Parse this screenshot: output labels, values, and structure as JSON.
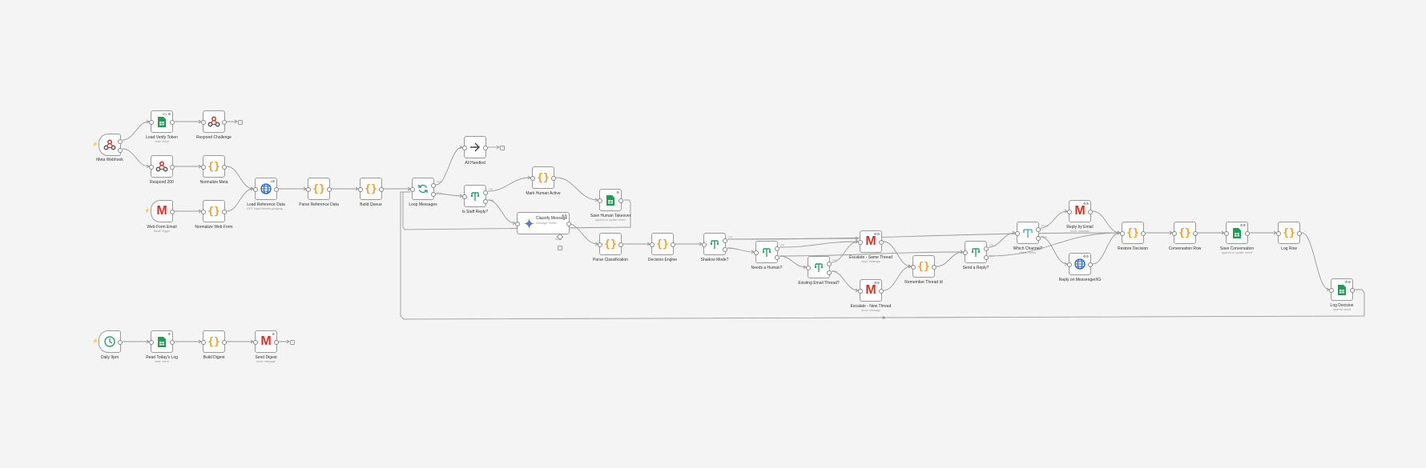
{
  "nodes": {
    "meta_webhook": {
      "label": "Meta Webhook"
    },
    "load_verify_token": {
      "label": "Load Verify Token",
      "sub": "read: sheet"
    },
    "respond_challenge": {
      "label": "Respond Challenge"
    },
    "respond_200": {
      "label": "Respond 200"
    },
    "normalize_meta": {
      "label": "Normalize Meta"
    },
    "web_form_email": {
      "label": "Web Form Email",
      "sub": "Email Trigger"
    },
    "normalize_web_form": {
      "label": "Normalize Web Form"
    },
    "load_reference_data": {
      "label": "Load Reference Data",
      "sub": "GET: https://sheets.googleap..."
    },
    "parse_reference_data": {
      "label": "Parse Reference Data"
    },
    "build_queue": {
      "label": "Build Queue"
    },
    "loop_messages": {
      "label": "Loop Messages"
    },
    "all_handled": {
      "label": "All Handled"
    },
    "is_staff_reply": {
      "label": "Is Staff Reply?"
    },
    "mark_human_active": {
      "label": "Mark Human Active"
    },
    "save_human_takeover": {
      "label": "Save Human Takeover",
      "sub": "append or update: sheet"
    },
    "classify_message": {
      "label": "Classify Message",
      "sub": "message: model"
    },
    "parse_classification": {
      "label": "Parse Classification"
    },
    "decision_engine": {
      "label": "Decision Engine"
    },
    "shadow_mode": {
      "label": "Shadow Mode?"
    },
    "needs_a_human": {
      "label": "Needs a Human?"
    },
    "existing_email_thread": {
      "label": "Existing Email Thread?"
    },
    "escalate_same_thread": {
      "label": "Escalate - Same Thread",
      "sub": "reply: message"
    },
    "escalate_new_thread": {
      "label": "Escalate - New Thread",
      "sub": "send: message"
    },
    "remember_thread_id": {
      "label": "Remember Thread Id"
    },
    "send_a_reply": {
      "label": "Send a Reply?"
    },
    "which_channel": {
      "label": "Which Channel?",
      "sub": "Mode: Rules"
    },
    "reply_by_email": {
      "label": "Reply by Email",
      "sub": "send: message"
    },
    "reply_on_messenger_ig": {
      "label": "Reply on Messenger/IG"
    },
    "restore_decision": {
      "label": "Restore Decision"
    },
    "conversation_row": {
      "label": "Conversation Row"
    },
    "save_conversation": {
      "label": "Save Conversation",
      "sub": "append or update: sheet"
    },
    "log_row": {
      "label": "Log Row"
    },
    "log_decision": {
      "label": "Log Decision",
      "sub": "append: sheet"
    },
    "daily_9pm": {
      "label": "Daily 9pm"
    },
    "read_todays_log": {
      "label": "Read Today's Log",
      "sub": "read: sheet"
    },
    "build_digest": {
      "label": "Build Digest"
    },
    "send_digest": {
      "label": "Send Digest",
      "sub": "send: message"
    }
  },
  "ports": {
    "true": "true",
    "false": "false",
    "done": "done",
    "loop": "loop",
    "model": "Model",
    "email": "Email",
    "meta": "Meta",
    "verify": "verify"
  },
  "colors": {
    "background": "#f4f4f4",
    "node_border": "#9a9a9a",
    "wire": "#9a9a9a",
    "code_brace": "#f0a030",
    "sheets_green": "#1e9e4f",
    "trigger_bolt": "#e85d3d",
    "if_green": "#2e9e6e",
    "http_blue": "#2563c9",
    "webhook": "#c0392b"
  }
}
